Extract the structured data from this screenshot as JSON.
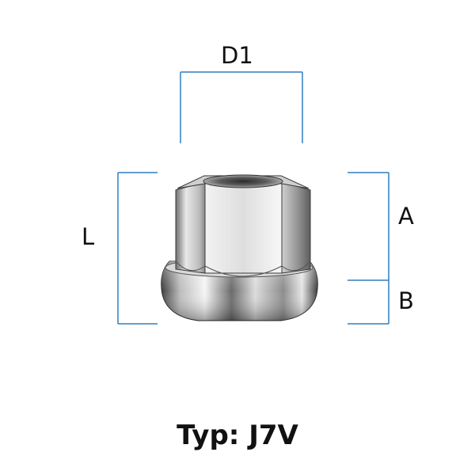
{
  "dimensions": {
    "d1": "D1",
    "l": "L",
    "a": "A",
    "b": "B"
  },
  "caption": "Typ: J7V",
  "colors": {
    "dimension_line": "#2f7fc1",
    "text": "#111111",
    "metal_light": "#f4f4f4",
    "metal_mid": "#b9b9b9",
    "metal_dark": "#4a4a4a"
  }
}
